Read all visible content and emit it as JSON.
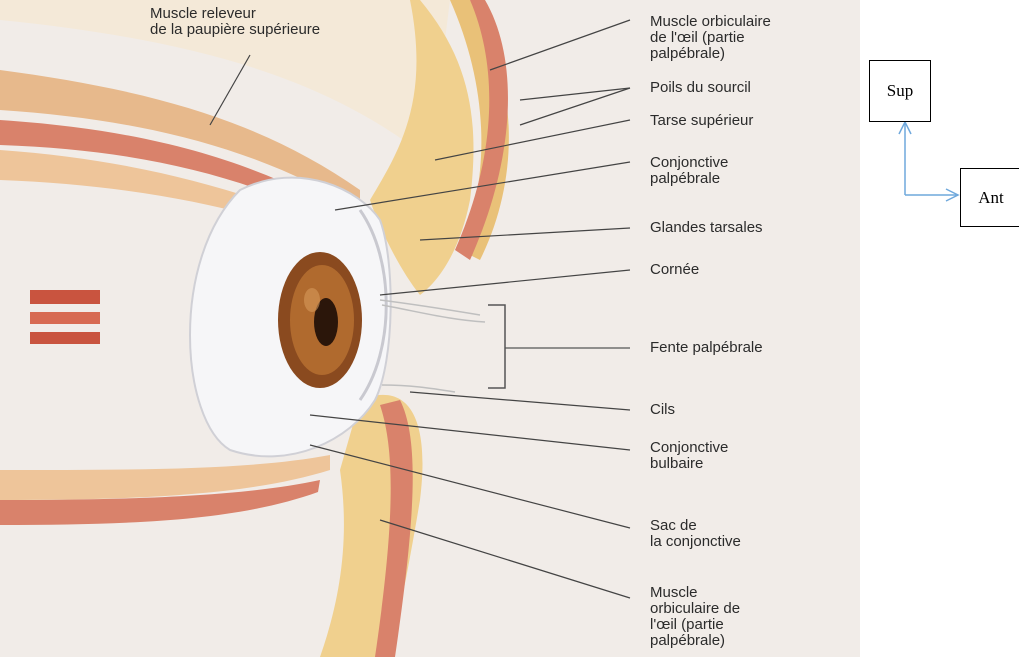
{
  "labels": {
    "releveur": "Muscle releveur\nde la paupière supérieure",
    "orbiculaire_top": "Muscle orbiculaire\nde l'œil (partie\npalpébrale)",
    "poils": "Poils du sourcil",
    "tarse": "Tarse supérieur",
    "conj_palp": "Conjonctive\npalpébrale",
    "glandes": "Glandes tarsales",
    "cornee": "Cornée",
    "fente": "Fente palpébrale",
    "cils": "Cils",
    "conj_bulb": "Conjonctive\nbulbaire",
    "sac": "Sac de\nla conjonctive",
    "orbiculaire_bottom": "Muscle\norbiculaire de\nl'œil (partie\npalpébrale)"
  },
  "orientation": {
    "sup": "Sup",
    "ant": "Ant",
    "arrow_color": "#6fa8dc"
  }
}
